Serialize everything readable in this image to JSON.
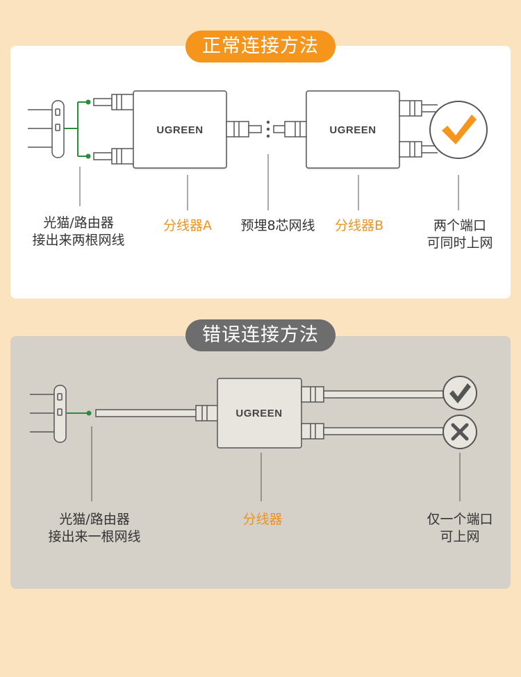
{
  "colors": {
    "background": "#fbe3c0",
    "accent_orange": "#f5951c",
    "wrong_grey": "#6d6d6d",
    "wire_green": "#2e8a3e",
    "stroke": "#555555"
  },
  "correct": {
    "title": "正常连接方法",
    "brand_a": "UGREEN",
    "brand_b": "UGREEN",
    "label_source_1": "光猫/路由器",
    "label_source_2": "接出来两根网线",
    "label_splitter_a": "分线器A",
    "label_cable": "预埋8芯网线",
    "label_splitter_b": "分线器B",
    "label_result_1": "两个端口",
    "label_result_2": "可同时上网",
    "result_icon": "check-icon"
  },
  "wrong": {
    "title": "错误连接方法",
    "brand": "UGREEN",
    "label_source_1": "光猫/路由器",
    "label_source_2": "接出来一根网线",
    "label_splitter": "分线器",
    "label_result_1": "仅一个端口",
    "label_result_2": "可上网",
    "result_icons": [
      "check-icon",
      "cross-icon"
    ]
  }
}
